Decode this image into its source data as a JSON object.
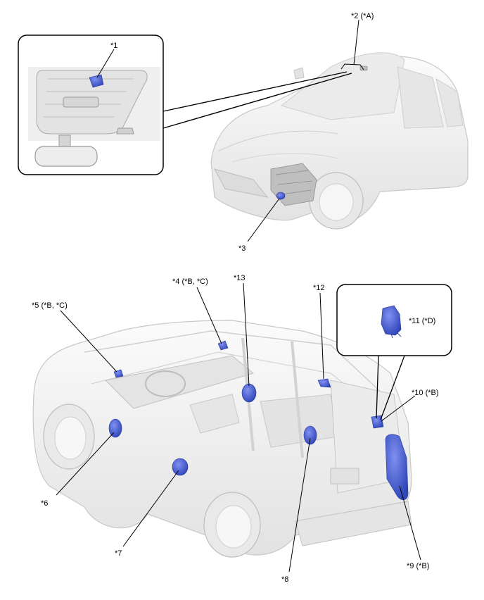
{
  "callouts": {
    "c1": "*1",
    "c2": "*2 (*A)",
    "c3": "*3",
    "c4": "*4 (*B, *C)",
    "c5": "*5 (*B, *C)",
    "c6": "*6",
    "c7": "*7",
    "c8": "*8",
    "c9": "*9 (*B)",
    "c10": "*10 (*B)",
    "c11": "*11 (*D)",
    "c12": "*12",
    "c13": "*13"
  },
  "colors": {
    "component_blue": "#4a63d6",
    "component_blue_dark": "#2a3aa0",
    "car_body": "#f2f2f2",
    "car_outline": "#c8c8c8",
    "leader_line": "#000000"
  }
}
